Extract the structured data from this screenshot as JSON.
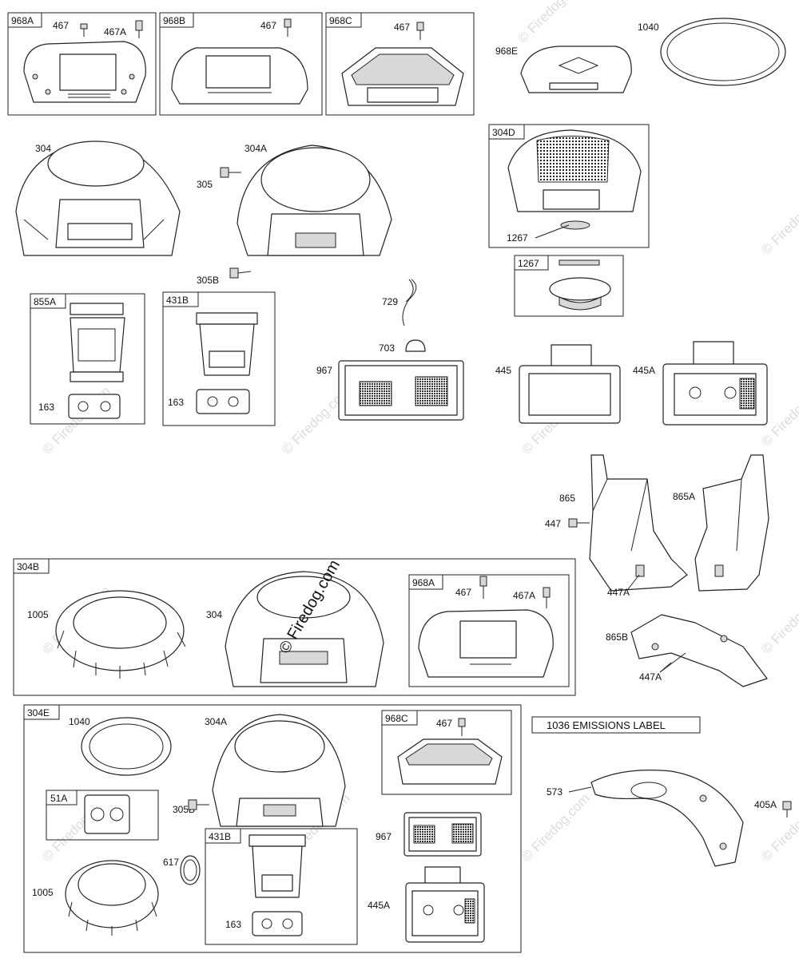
{
  "boxes": {
    "b968A": "968A",
    "b968B": "968B",
    "b968C": "968C",
    "b304D": "304D",
    "b1267": "1267",
    "b855A": "855A",
    "b431B": "431B",
    "b304B": "304B",
    "b968A_inner": "968A",
    "b304E": "304E",
    "b968C_inner": "968C",
    "b51A": "51A",
    "b431B_inner": "431B"
  },
  "labels": {
    "l467_a": "467",
    "l467A_a": "467A",
    "l467_b": "467",
    "l467_c": "467",
    "l968E": "968E",
    "l1040_top": "1040",
    "l304_top": "304",
    "l304A_top": "304A",
    "l305": "305",
    "l305B_top": "305B",
    "l1267": "1267",
    "l729": "729",
    "l703": "703",
    "l967_top": "967",
    "l445": "445",
    "l445A_top": "445A",
    "l163_a": "163",
    "l163_b": "163",
    "l865": "865",
    "l865A": "865A",
    "l447": "447",
    "l447A_a": "447A",
    "l865B": "865B",
    "l447A_b": "447A",
    "l1005_a": "1005",
    "l304_mid": "304",
    "l467_mid": "467",
    "l467A_mid": "467A",
    "l1040_bot": "1040",
    "l304A_bot": "304A",
    "l467_bot": "467",
    "l305B_bot": "305B",
    "l617": "617",
    "l1005_b": "1005",
    "l967_bot": "967",
    "l445A_bot": "445A",
    "l163_c": "163",
    "l573": "573",
    "l405A": "405A"
  },
  "emissions_label": "1036 EMISSIONS LABEL",
  "watermark": "© Firedog.com",
  "watermark_faint": "© Firedog.com"
}
